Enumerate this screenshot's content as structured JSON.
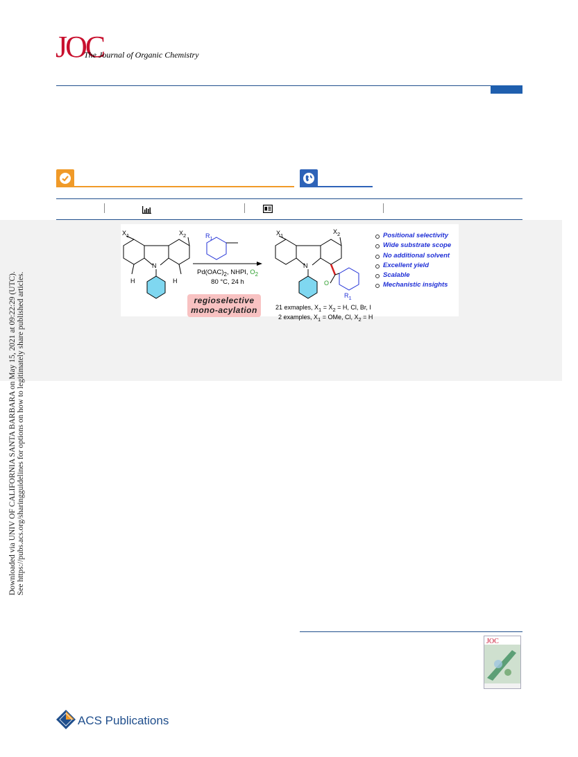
{
  "header": {
    "logo": "JOC",
    "journal_title": "The Journal of Organic Chemistry"
  },
  "side_note": {
    "line1": "Downloaded via UNIV OF CALIFORNIA SANTA BARBARA on May 15, 2021 at 09:22:29 (UTC).",
    "line2": "See https://pubs.acs.org/sharingguidelines for options on how to legitimately share published articles."
  },
  "graphic": {
    "reactant_labels": {
      "x1": "X",
      "x1_sub": "1",
      "x2": "X",
      "x2_sub": "2",
      "n": "N",
      "h_left": "H",
      "h_right": "H"
    },
    "reagent_label": {
      "r": "R",
      "r_sub": "1"
    },
    "conditions": {
      "line1_a": "Pd(OAC)",
      "line1_sub": "2",
      "line1_b": ", NHPI, ",
      "line1_o2": "O",
      "line1_o2_sub": "2",
      "line2": "80 °C, 24 h"
    },
    "regio_line1": "regioselective",
    "regio_line2": "mono-acylation",
    "product_labels": {
      "x1": "X",
      "x1_sub": "1",
      "x2": "X",
      "x2_sub": "2",
      "n": "N",
      "o": "O",
      "r": "R",
      "r_sub": "1"
    },
    "examples": [
      {
        "count": "21 exmaples, X",
        "a_sub": "1",
        "mid": " = X",
        "b_sub": "2",
        "rest": " = H, Cl, Br, I"
      },
      {
        "count": "2 examples, X",
        "a_sub": "1",
        "mid": " = OMe, Cl, X",
        "b_sub": "2",
        "rest": " = H"
      }
    ],
    "features": [
      "Positional selectivity",
      "Wide substrate scope",
      "No additional solvent",
      "Excellent yield",
      "Scalable",
      "Mechanistic insights"
    ]
  },
  "footer": {
    "publisher": "ACS Publications"
  },
  "colors": {
    "joc_red": "#c8102e",
    "rule_blue": "#1f4e8c",
    "badge_orange": "#f09a28",
    "badge_blue": "#2e63b8",
    "feature_blue": "#1f2fd6",
    "bond_red": "#d42020",
    "pyridine_cyan": "#7fd7f0"
  }
}
